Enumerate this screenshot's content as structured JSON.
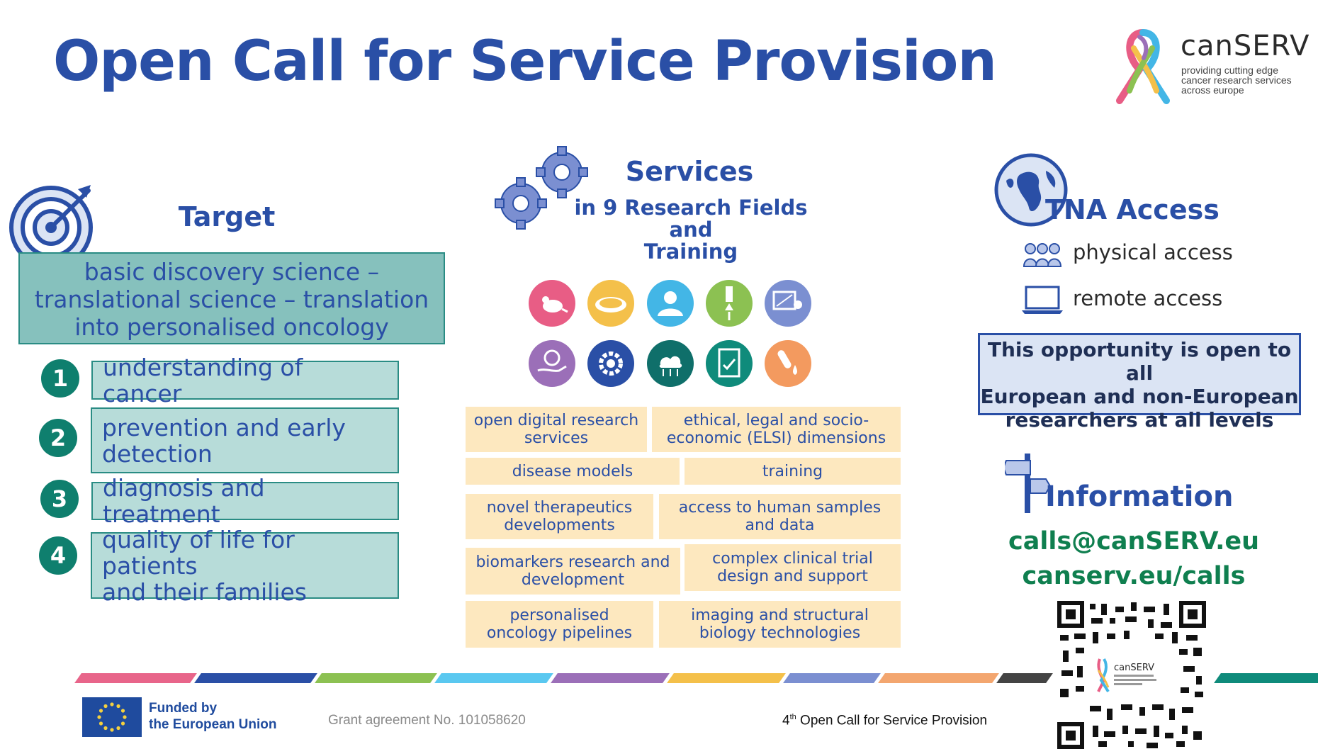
{
  "title": "Open Call for Service Provision",
  "logo": {
    "name": "canSERV",
    "tagline_1": "providing cutting edge",
    "tagline_2": "cancer research services",
    "tagline_3": "across europe"
  },
  "target": {
    "heading": "Target",
    "scope_1": "basic discovery science –",
    "scope_2": "translational science – translation",
    "scope_3": "into personalised oncology",
    "items": [
      {
        "num": "1",
        "line1": "understanding of cancer",
        "line2": ""
      },
      {
        "num": "2",
        "line1": "prevention and early",
        "line2": "detection"
      },
      {
        "num": "3",
        "line1": "diagnosis and treatment",
        "line2": ""
      },
      {
        "num": "4",
        "line1": "quality of life for patients",
        "line2": "and their families"
      }
    ]
  },
  "services": {
    "heading": "Services",
    "sub_1": "in 9 Research Fields and",
    "sub_2": "Training",
    "icon_colors": [
      "#e85d85",
      "#f4c04a",
      "#43b6e6",
      "#8cc152",
      "#7b8fd1",
      "#9b6fb8",
      "#2a4fa6",
      "#0f6f6a",
      "#0f8b7b",
      "#f39a5f"
    ],
    "cells": [
      {
        "l1": "open digital research",
        "l2": "services"
      },
      {
        "l1": "ethical, legal and socio-",
        "l2": "economic (ELSI) dimensions"
      },
      {
        "l1": "disease models",
        "l2": ""
      },
      {
        "l1": "training",
        "l2": ""
      },
      {
        "l1": "novel therapeutics",
        "l2": "developments"
      },
      {
        "l1": "access to human samples",
        "l2": "and data"
      },
      {
        "l1": "biomarkers research and",
        "l2": "development"
      },
      {
        "l1": "complex clinical trial",
        "l2": "design and support"
      },
      {
        "l1": "personalised",
        "l2": "oncology pipelines"
      },
      {
        "l1": "imaging and structural",
        "l2": "biology technologies"
      }
    ]
  },
  "tna": {
    "heading": "TNA Access",
    "physical": "physical access",
    "remote": "remote access",
    "open_1": "This opportunity is open to all",
    "open_2": "European and non-European",
    "open_3": "researchers at all levels"
  },
  "info": {
    "heading": "Information",
    "email": "calls@canSERV.eu",
    "url": "canserv.eu/calls",
    "qr_logo": "canSERV"
  },
  "footer": {
    "eu_1": "Funded by",
    "eu_2": "the European Union",
    "grant": "Grant agreement No. 101058620",
    "call_num": "4",
    "call_sup": "th",
    "call_text": " Open Call for Service Provision"
  },
  "stripe_colors": [
    "#e8658a",
    "#2a4fa6",
    "#8cc152",
    "#5ac8f0",
    "#9b6fb8",
    "#f4c04a",
    "#7b8fd1",
    "#f3a66f",
    "#444444",
    "#0f8b7b"
  ]
}
